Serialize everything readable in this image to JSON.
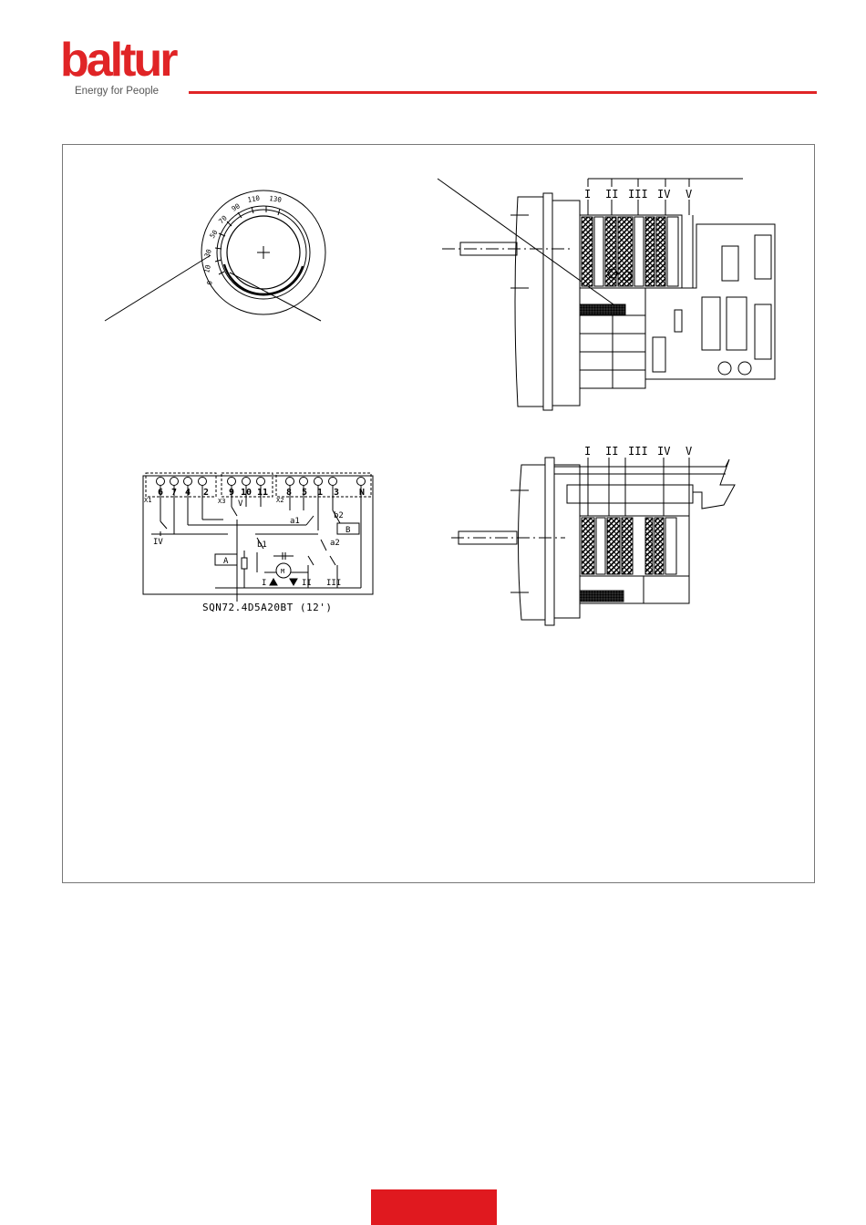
{
  "brand": {
    "name": "baltur",
    "tagline": "Energy for People",
    "color": "#e02426"
  },
  "dial": {
    "scale": [
      "0",
      "10",
      "30",
      "50",
      "70",
      "90",
      "110",
      "130"
    ]
  },
  "servomotor_top": {
    "cam_labels": [
      "I",
      "II",
      "III",
      "IV",
      "V"
    ]
  },
  "servomotor_bottom": {
    "cam_labels": [
      "I",
      "II",
      "III",
      "IV",
      "V"
    ]
  },
  "wiring": {
    "terminals_left": [
      "6",
      "7",
      "4",
      "2"
    ],
    "terminals_mid": [
      "9",
      "10",
      "11"
    ],
    "terminals_right": [
      "8",
      "5",
      "1",
      "3"
    ],
    "terminal_n": "N",
    "block_labels": [
      "X1",
      "X3",
      "X2"
    ],
    "switch_labels": [
      "IV",
      "V",
      "a1",
      "b2",
      "b1",
      "a2"
    ],
    "relay_labels": [
      "A",
      "B"
    ],
    "motor_label": "M",
    "cam_labels": [
      "I",
      "II",
      "III"
    ],
    "caption": "SQN72.4D5A20BT  (12')"
  },
  "footer": {
    "tab_color": "#e0191f"
  }
}
